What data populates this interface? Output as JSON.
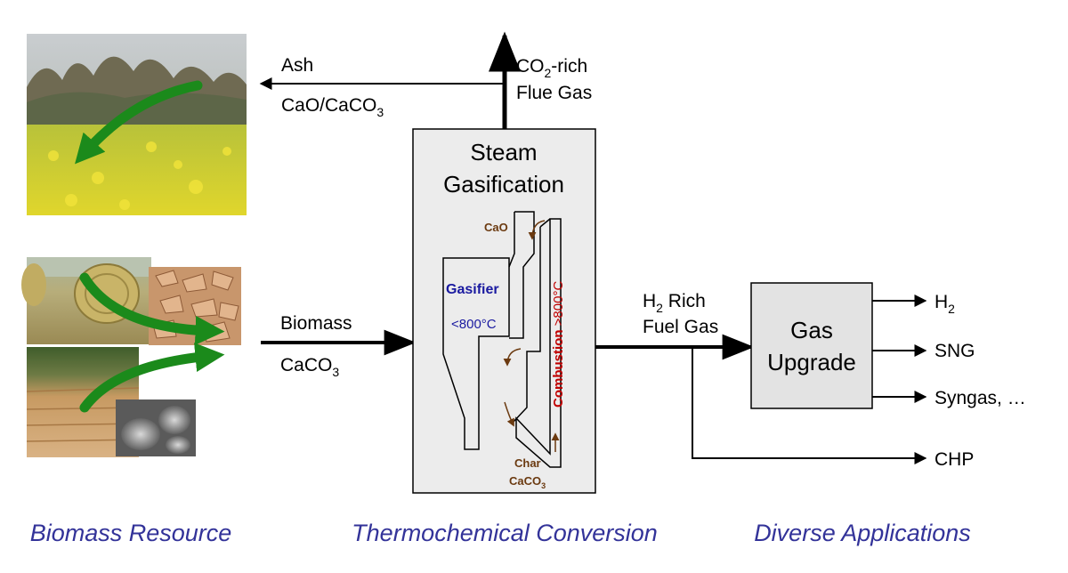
{
  "colors": {
    "caption": "#333399",
    "gasifier_label": "#1a1aa0",
    "combustion_label": "#c00000",
    "flow_label": "#6b3a10",
    "process_fill": "#ececec",
    "green_arrow": "#1b8a1b"
  },
  "left": {
    "ash": "Ash",
    "cao_caco3_main": "CaO/CaCO",
    "cao_caco3_sub": "3",
    "biomass": "Biomass",
    "caco3_main": "CaCO",
    "caco3_sub": "3"
  },
  "top": {
    "co2_main": "CO",
    "co2_sub": "2",
    "co2_rest": "-rich",
    "flue_gas": "Flue Gas"
  },
  "gasification": {
    "title_line1": "Steam",
    "title_line2": "Gasification",
    "gasifier": "Gasifier",
    "gasifier_temp": "<800°C",
    "combustion": "Combustion",
    "combustion_temp": ">800°C",
    "cao": "CaO",
    "char": "Char",
    "caco3_main": "CaCO",
    "caco3_sub": "3"
  },
  "middle": {
    "h2_main": "H",
    "h2_sub": "2",
    "h2_rest": " Rich",
    "fuel_gas": "Fuel Gas"
  },
  "upgrade": {
    "line1": "Gas",
    "line2": "Upgrade"
  },
  "outputs": {
    "h2_main": "H",
    "h2_sub": "2",
    "sng": "SNG",
    "syngas": "Syngas, …",
    "chp": "CHP"
  },
  "captions": {
    "resource": "Biomass Resource",
    "conversion": "Thermochemical Conversion",
    "applications": "Diverse Applications"
  }
}
